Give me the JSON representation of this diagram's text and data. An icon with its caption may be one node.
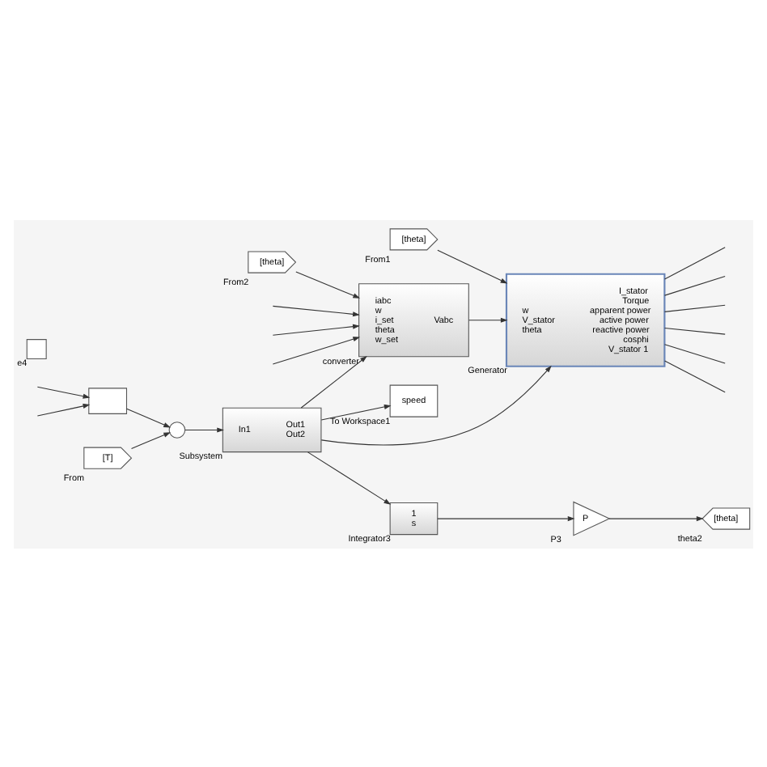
{
  "diagram": {
    "nodes": [
      {
        "text": [
          "speed"
        ],
        "beside": [
          "To Workspace1"
        ]
      },
      {
        "text": [
          "iabc",
          "w",
          "i_set",
          "theta",
          "w_set",
          "Vabc"
        ],
        "beside": [
          "converter"
        ]
      },
      {
        "text": [
          "w",
          "V_stator",
          "theta",
          "I_stator",
          "Torque",
          "apparent power",
          "active power",
          "reactive power",
          "cosphi",
          "V_stator 1"
        ],
        "beside": [
          "Generator"
        ]
      },
      {
        "text": [
          "[theta]"
        ],
        "beside": [
          "From2"
        ]
      },
      {
        "text": [
          "[theta]"
        ],
        "beside": [
          "From1"
        ]
      },
      {
        "text": [
          "In1",
          "Out1",
          "Out2"
        ],
        "beside": [
          "Subsystem"
        ]
      },
      {
        "text": [
          "1",
          "s"
        ],
        "beside": [
          "Integrator3"
        ]
      },
      {
        "text": [
          "P"
        ],
        "beside": [
          "P3"
        ]
      },
      {
        "text": [
          "[theta]"
        ],
        "beside": [
          "theta2"
        ]
      },
      {
        "text": [],
        "shape": "circle"
      },
      {
        "text": [],
        "shape": "switch"
      },
      {
        "text": [
          "[T]"
        ],
        "beside": [
          "From"
        ]
      },
      {
        "text": [],
        "shape": "box",
        "beside": [
          "e4"
        ]
      }
    ],
    "edges": [
      {
        "from": null,
        "to": 1,
        "arrow": "to"
      },
      {
        "from": 5,
        "to": 0,
        "arrow": "to"
      },
      {
        "from": 5,
        "to": 1,
        "arrow": "to"
      },
      {
        "from": 5,
        "to": 2,
        "arrow": "to"
      },
      {
        "from": null,
        "to": 1,
        "arrow": "to"
      },
      {
        "from": 3,
        "to": 1,
        "arrow": "to"
      },
      {
        "from": null,
        "to": 1,
        "arrow": "to"
      },
      {
        "from": 1,
        "to": 2,
        "arrow": "to"
      },
      {
        "from": 4,
        "to": 2,
        "arrow": "to"
      },
      {
        "from": 2,
        "to": null,
        "arrow": "none"
      },
      {
        "from": 2,
        "to": null,
        "arrow": "none"
      },
      {
        "from": 2,
        "to": null,
        "arrow": "none"
      },
      {
        "from": 2,
        "to": null,
        "arrow": "none"
      },
      {
        "from": 2,
        "to": null,
        "arrow": "none"
      },
      {
        "from": 2,
        "to": null,
        "arrow": "none"
      },
      {
        "from": null,
        "to": 10,
        "arrow": "to"
      },
      {
        "from": null,
        "to": 10,
        "arrow": "to"
      },
      {
        "from": 10,
        "to": 9,
        "arrow": "to"
      },
      {
        "from": 11,
        "to": 9,
        "arrow": "to"
      },
      {
        "from": 9,
        "to": 5,
        "arrow": "to"
      },
      {
        "from": 5,
        "to": 6,
        "arrow": "to"
      },
      {
        "from": 6,
        "to": 7,
        "arrow": "to"
      },
      {
        "from": 7,
        "to": 8,
        "arrow": "to"
      }
    ]
  }
}
